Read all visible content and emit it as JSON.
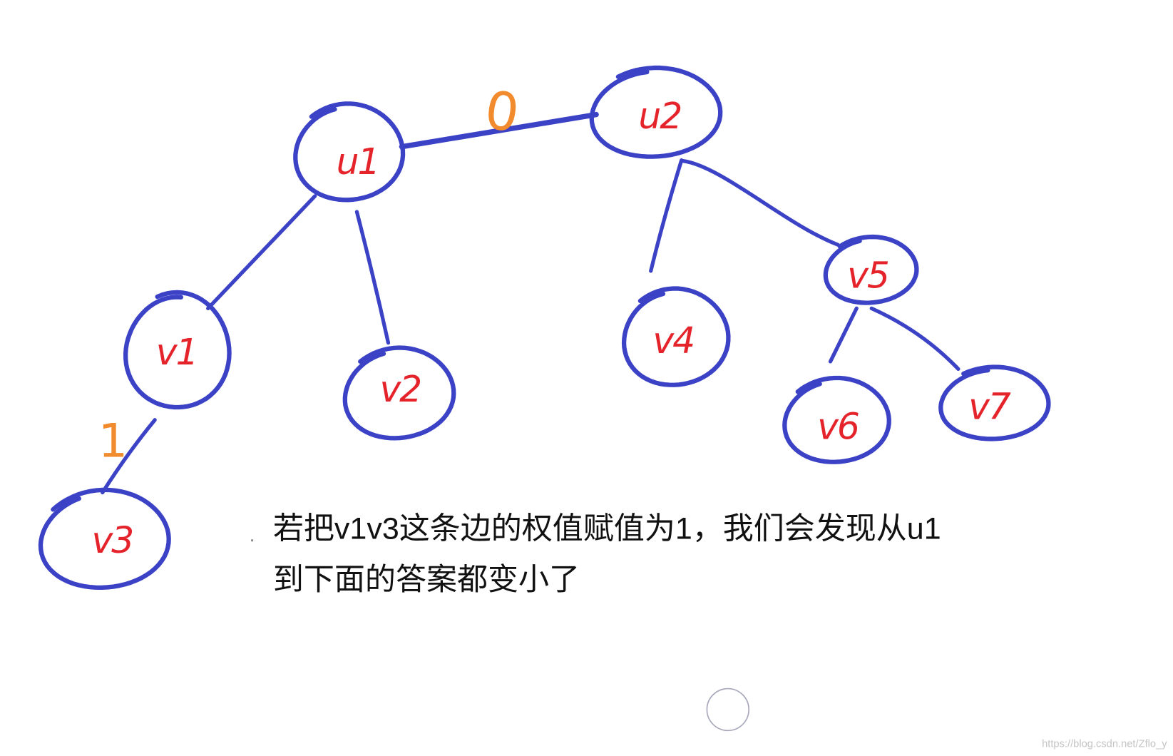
{
  "diagram": {
    "nodes": {
      "u1": {
        "label": "u1"
      },
      "u2": {
        "label": "u2"
      },
      "v1": {
        "label": "v1"
      },
      "v2": {
        "label": "v2"
      },
      "v3": {
        "label": "v3"
      },
      "v4": {
        "label": "v4"
      },
      "v5": {
        "label": "v5"
      },
      "v6": {
        "label": "v6"
      },
      "v7": {
        "label": "v7"
      }
    },
    "edge_weights": {
      "u1_u2": "0",
      "v1_v3": "1"
    },
    "caption": {
      "line1": "若把v1v3这条边的权值赋值为1，我们会发现从u1",
      "line2": "到下面的答案都变小了"
    },
    "watermark": "https://blog.csdn.net/Zflo_y"
  },
  "colors": {
    "node_stroke": "#3b42c6",
    "label": "#e5232b",
    "weight": "#f28a2e",
    "text": "#111111",
    "watermark": "#c4c4c4",
    "marker": "#a8a8bc"
  }
}
